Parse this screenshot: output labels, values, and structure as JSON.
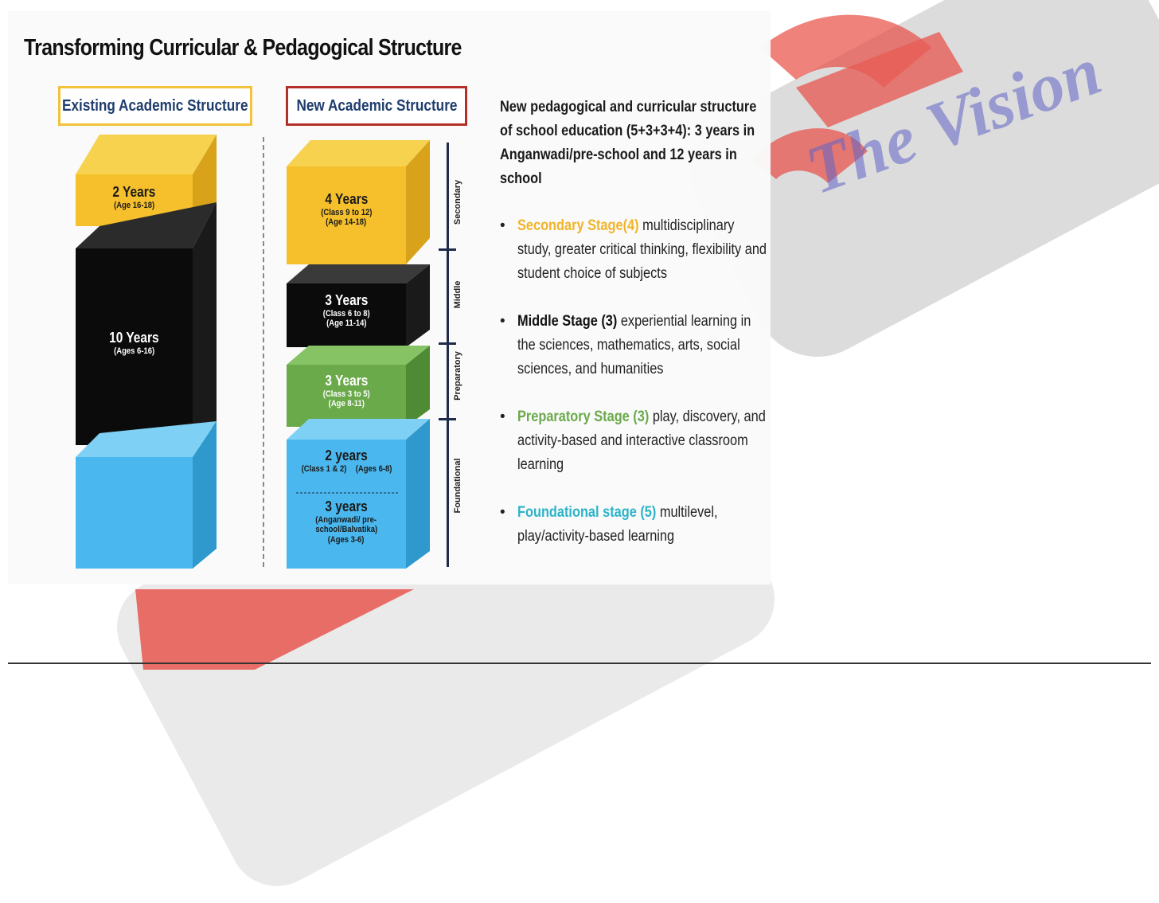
{
  "title": "Transforming Curricular & Pedagogical Structure",
  "existing": {
    "header": "Existing Academic Structure",
    "blocks": [
      {
        "years": "2 Years",
        "detail": "(Age 16-18)",
        "color": "#f5c02c"
      },
      {
        "years": "10 Years",
        "detail": "(Ages 6-16)",
        "color": "#0b0b0b"
      },
      {
        "years": "",
        "detail": "",
        "color": "#4ab8ee"
      }
    ]
  },
  "new": {
    "header": "New Academic Structure",
    "blocks": [
      {
        "years": "4 Years",
        "detail1": "(Class 9 to 12)",
        "detail2": "(Age 14-18)",
        "color": "#f5c02c"
      },
      {
        "years": "3 Years",
        "detail1": "(Class 6 to 8)",
        "detail2": "(Age 11-14)",
        "color": "#0b0b0b"
      },
      {
        "years": "3 Years",
        "detail1": "(Class 3 to 5)",
        "detail2": "(Age 8-11)",
        "color": "#6aaa4a"
      },
      {
        "years": "2 years",
        "detail1": "(Class 1 & 2)",
        "detail2": "(Ages 6-8)",
        "years2": "3 years",
        "detail3": "(Anganwadi/ pre-",
        "detail4": "school/Balvatika)",
        "detail5": "(Ages 3-6)",
        "color": "#4ab8ee"
      }
    ],
    "stages": [
      "Secondary",
      "Middle",
      "Preparatory",
      "Foundational"
    ]
  },
  "intro": "New pedagogical and curricular structure of school education (5+3+3+4): 3 years in Anganwadi/pre-school and 12 years in school",
  "bullets": [
    {
      "label": "Secondary Stage(4)",
      "text": " multidisciplinary study, greater critical thinking, flexibility and student choice of subjects",
      "color": "#f0b429"
    },
    {
      "label": "Middle Stage (3)",
      "text": " experiential learning in the sciences, mathematics, arts, social sciences, and humanities",
      "color": "#111111"
    },
    {
      "label": "Preparatory Stage (3)",
      "text": "  play, discovery, and activity-based and interactive classroom learning",
      "color": "#6aaa4a"
    },
    {
      "label": "Foundational stage (5)",
      "text": " multilevel, play/activity-based learning",
      "color": "#2bb3c9"
    }
  ],
  "watermark": "The Vision",
  "colors": {
    "existing_border": "#f2c23b",
    "new_border": "#b23028",
    "header_text": "#1f3d6d"
  }
}
